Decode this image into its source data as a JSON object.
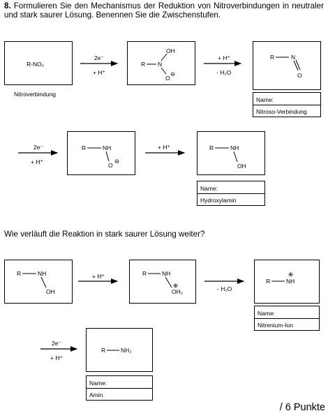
{
  "task": {
    "number": "8.",
    "text": "Formulieren Sie den Mechanismus der Reduktion von Nitroverbindungen in neutraler und stark saurer Lösung. Benennen Sie die Zwischenstufen."
  },
  "question2": "Wie verläuft die Reaktion in stark saurer Lösung weiter?",
  "points": "/ 6 Punkte",
  "row1": {
    "nitro_formula": "R-NO₂",
    "nitro_caption": "Nitroverbindung",
    "arrow1_top": "2e⁻",
    "arrow1_bottom": "+ H⁺",
    "arrow2_top": "+ H⁺",
    "arrow2_bottom": "- H₂O",
    "name_label": "Name:",
    "name_value": "Nitroso-Verbindung"
  },
  "row2": {
    "arrow1_top": "2e⁻",
    "arrow1_bottom": "+ H⁺",
    "arrow2_top": "+ H⁺",
    "name_label": "Name:",
    "name_value": "Hydroxylamin"
  },
  "row3": {
    "arrow1_top": "+ H⁺",
    "arrow2_bottom": "- H₂O",
    "name_label": "Name:",
    "name_value": "Nitrenium-Ion"
  },
  "row4": {
    "arrow1_top": "2e⁻",
    "arrow1_bottom": "+ H⁺",
    "name_label": "Name:",
    "name_value": "Amin"
  },
  "atoms": {
    "R": "R",
    "N": "N",
    "O": "O",
    "OH": "OH",
    "NH": "NH",
    "OH2": "OH₂",
    "NH2": "NH₂",
    "minus": "⊖",
    "plus": "⊕"
  }
}
